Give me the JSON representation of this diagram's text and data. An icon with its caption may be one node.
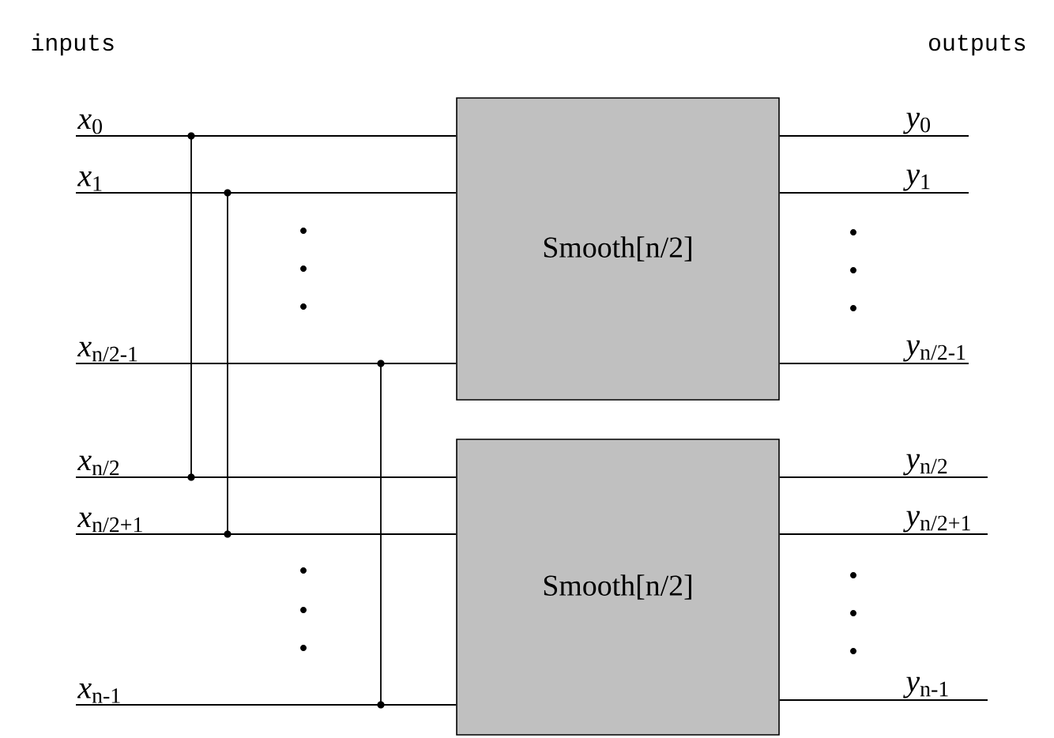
{
  "diagram": {
    "nodes": [
      {
        "text": [
          "Smooth[n/2]"
        ]
      },
      {
        "text": [
          "Smooth[n/2]"
        ]
      },
      {
        "text": [
          "*x*$_{0}$"
        ]
      },
      {
        "text": [
          "*x*$_{1}$"
        ]
      },
      {
        "text": [
          "*x*$_{n/2-1}$"
        ]
      },
      {
        "text": [
          "*x*$_{n/2}$"
        ]
      },
      {
        "text": [
          "*x*$_{n/2+1}$"
        ]
      },
      {
        "text": [
          "*x*$_{n-1}$"
        ]
      },
      {
        "text": [
          "*y*$_{0}$"
        ]
      },
      {
        "text": [
          "*y*$_{1}$"
        ]
      },
      {
        "text": [
          "*y*$_{n/2-1}$"
        ]
      },
      {
        "text": [
          "*y*$_{n/2}$"
        ]
      },
      {
        "text": [
          "*y*$_{n/2+1}$"
        ]
      },
      {
        "text": [
          "*y*$_{n-1}$"
        ]
      }
    ],
    "edges": [
      {
        "from": 2,
        "to": 0,
        "arrow": "none"
      },
      {
        "from": 3,
        "to": 0,
        "arrow": "none"
      },
      {
        "from": 4,
        "to": 0,
        "arrow": "none"
      },
      {
        "from": 5,
        "to": 1,
        "arrow": "none"
      },
      {
        "from": 6,
        "to": 1,
        "arrow": "none"
      },
      {
        "from": 7,
        "to": 1,
        "arrow": "none"
      },
      {
        "from": 0,
        "to": 8,
        "arrow": "none"
      },
      {
        "from": 0,
        "to": 9,
        "arrow": "none"
      },
      {
        "from": 0,
        "to": 10,
        "arrow": "none"
      },
      {
        "from": 1,
        "to": 11,
        "arrow": "none"
      },
      {
        "from": 1,
        "to": 12,
        "arrow": "none"
      },
      {
        "from": 1,
        "to": 13,
        "arrow": "none"
      }
    ],
    "labels": [
      "inputs",
      "outputs"
    ]
  }
}
